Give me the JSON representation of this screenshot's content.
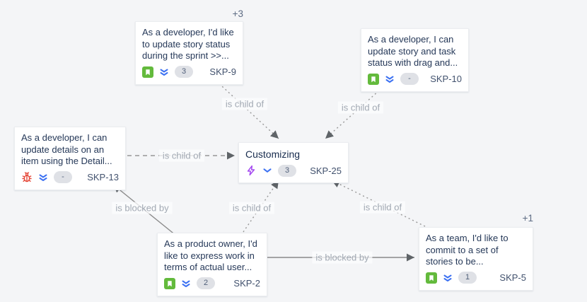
{
  "canvas": {
    "background_color": "#f4f5f7",
    "card_background": "#ffffff",
    "text_color": "#253858",
    "key_color": "#42526e",
    "story_green": "#63ba3c",
    "bug_red": "#e5493a",
    "epic_purple": "#a54bf0",
    "priority_blue": "#3c71f2",
    "edge_gray": "#929292",
    "edge_label_gray": "#a2a9b3"
  },
  "nodes": [
    {
      "key": "SKP-9",
      "lines": [
        "As a developer, I'd like",
        "to update story status",
        "during the sprint >>..."
      ],
      "type_icon": "story-icon",
      "priority_icon": "priority-lowest-icon",
      "count_badge": "3",
      "overflow_badge": "+3"
    },
    {
      "key": "SKP-10",
      "lines": [
        "As a developer, I can",
        "update story and task",
        "status with drag and..."
      ],
      "type_icon": "story-icon",
      "priority_icon": "priority-lowest-icon",
      "count_badge": "-"
    },
    {
      "key": "SKP-13",
      "lines": [
        "As a developer, I can",
        "update details on an",
        "item using the Detail..."
      ],
      "type_icon": "bug-icon",
      "priority_icon": "priority-lowest-icon",
      "count_badge": "-"
    },
    {
      "key": "SKP-25",
      "lines": [
        "Customizing"
      ],
      "type_icon": "epic-icon",
      "priority_icon": "priority-low-icon",
      "count_badge": "3"
    },
    {
      "key": "SKP-2",
      "lines": [
        "As a product owner, I'd",
        "like to express work in",
        "terms of actual user..."
      ],
      "type_icon": "story-icon",
      "priority_icon": "priority-lowest-icon",
      "count_badge": "2"
    },
    {
      "key": "SKP-5",
      "lines": [
        "As a team, I'd like to",
        "commit to a set of",
        "stories to be..."
      ],
      "type_icon": "story-icon",
      "priority_icon": "priority-lowest-icon",
      "count_badge": "1",
      "overflow_badge": "+1"
    }
  ],
  "edges": [
    {
      "from": "SKP-9",
      "to": "SKP-25",
      "label": "is child of",
      "style": "dashed"
    },
    {
      "from": "SKP-10",
      "to": "SKP-25",
      "label": "is child of",
      "style": "dashed"
    },
    {
      "from": "SKP-13",
      "to": "SKP-25",
      "label": "is child of",
      "style": "dashed"
    },
    {
      "from": "SKP-2",
      "to": "SKP-13",
      "label": "is blocked by",
      "style": "solid"
    },
    {
      "from": "SKP-2",
      "to": "SKP-25",
      "label": "is child of",
      "style": "dashed"
    },
    {
      "from": "SKP-5",
      "to": "SKP-25",
      "label": "is child of",
      "style": "dashed"
    },
    {
      "from": "SKP-2",
      "to": "SKP-5",
      "label": "is blocked by",
      "style": "solid"
    }
  ]
}
